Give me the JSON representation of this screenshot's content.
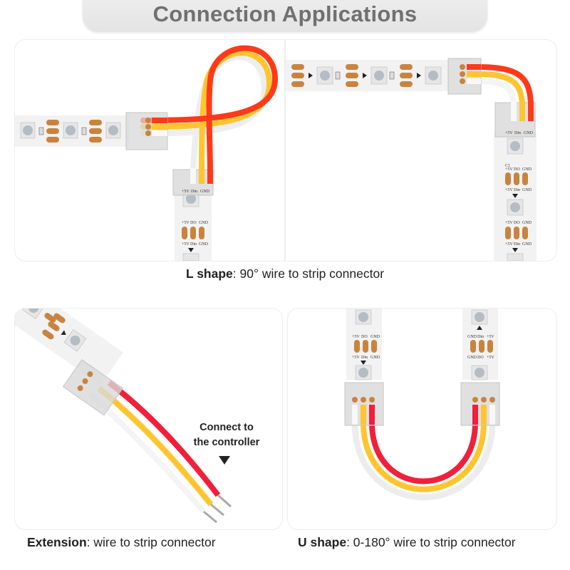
{
  "title": "Connection Applications",
  "captions": {
    "l_shape": {
      "bold": "L shape",
      "text": ": 90° wire to strip connector"
    },
    "extension": {
      "bold": "Extension",
      "text": ": wire to strip connector"
    },
    "u_shape": {
      "bold": "U shape",
      "text": ": 0-180° wire to strip connector"
    }
  },
  "extension_note": {
    "line1": "Connect to",
    "line2": "the controller"
  },
  "strip_labels": {
    "v5": "+5V",
    "do": "DO",
    "din": "Din",
    "gnd": "GND",
    "c1": "C1"
  },
  "wire_colors": {
    "red": "#ff3a1a",
    "red_alt": "#f0203c",
    "yellow": "#ffc530",
    "white": "#f4f4f4"
  },
  "pad_color": "#c8843e"
}
